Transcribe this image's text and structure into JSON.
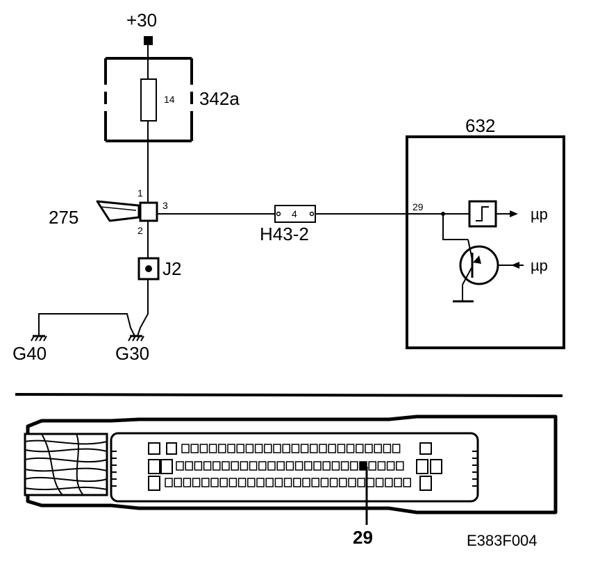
{
  "schematic": {
    "supply_label": "+30",
    "fuse": {
      "number": "14",
      "id": "342a"
    },
    "switch": {
      "id": "275",
      "pins": [
        "1",
        "2",
        "3"
      ]
    },
    "connector": {
      "id": "H43-2",
      "pin": "4"
    },
    "splice": {
      "id": "J2"
    },
    "grounds": [
      "G40",
      "G30"
    ],
    "control_unit": {
      "id": "632",
      "pin": "29",
      "outputs": [
        "µp",
        "µp"
      ]
    }
  },
  "connector_view": {
    "highlight_pin": "29"
  },
  "figure_code": "E383F004"
}
